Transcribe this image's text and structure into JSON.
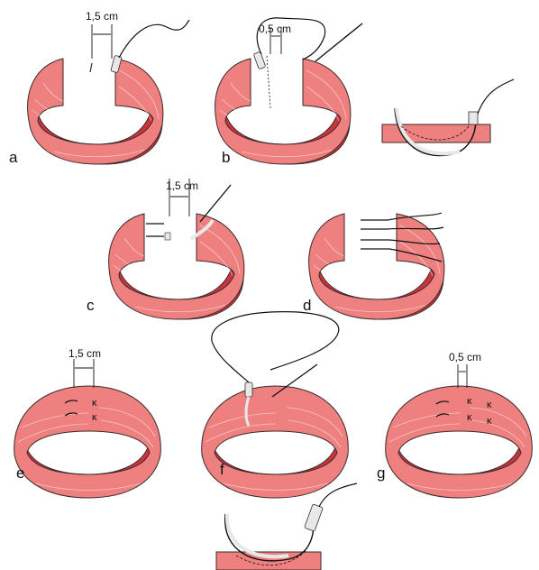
{
  "figure": {
    "panels": [
      {
        "letter": "a",
        "measurement": "1,5 cm"
      },
      {
        "letter": "b",
        "measurement": "0,5 cm"
      },
      {
        "letter": "c",
        "measurement": "1,5 cm"
      },
      {
        "letter": "d",
        "measurement": ""
      },
      {
        "letter": "e",
        "measurement": "1,5 cm"
      },
      {
        "letter": "f",
        "measurement": ""
      },
      {
        "letter": "g",
        "measurement": "0,5 cm"
      }
    ]
  },
  "colors": {
    "muscle_fill": "#ee8080",
    "muscle_dark": "#c9343d",
    "muscle_inner": "#a91f2a",
    "outline": "#3a2a2a",
    "needle": "#e8e8e8",
    "suture": "#111111"
  }
}
